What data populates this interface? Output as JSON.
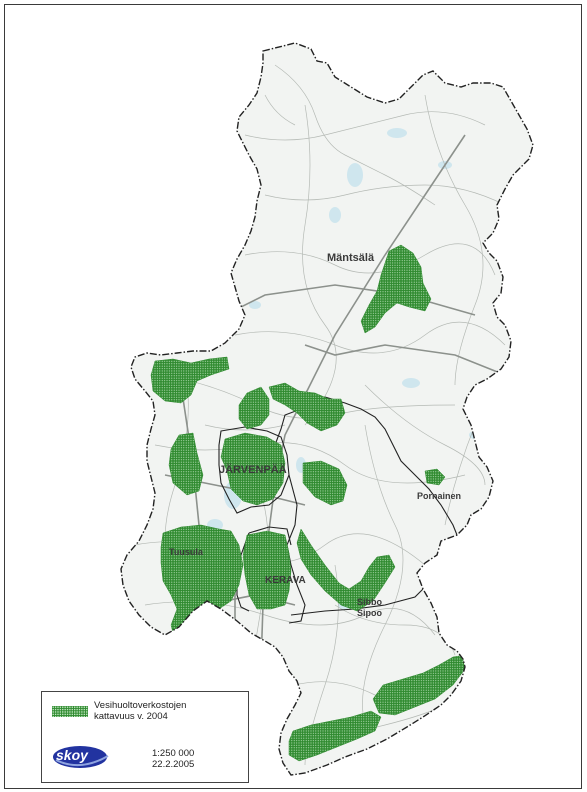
{
  "map": {
    "places": {
      "mantsala": "Mäntsälä",
      "jarvenpaa": "JÄRVENPÄÄ",
      "pornainen": "Pornainen",
      "tuusula": "Tuusula",
      "kerava": "KERAVA",
      "sibbo": "Sibbo",
      "sipoo": "Sipoo"
    },
    "colors": {
      "coverage": "#2f8a2f",
      "coverage_dots": "#c9ecc9",
      "boundary": "#222222",
      "base_map": "#f2f4f2",
      "roads": "#9aa09a",
      "water": "#cfe6ee"
    }
  },
  "legend": {
    "line1": "Vesihuoltoverkostojen",
    "line2": "kattavuus v. 2004",
    "scale": "1:250 000",
    "date": "22.2.2005",
    "logo_text": "skoy",
    "logo_color": "#2233a0"
  }
}
